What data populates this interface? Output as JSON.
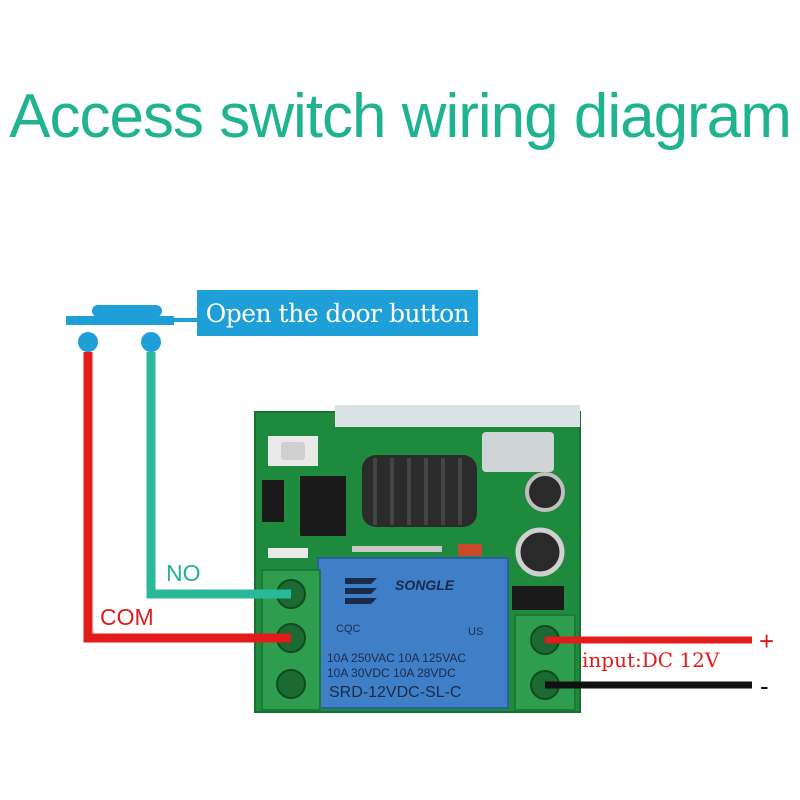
{
  "title": "Access switch wiring diagram",
  "button_label": "Open the door button",
  "wire_labels": {
    "no": "NO",
    "com": "COM"
  },
  "power": {
    "input": "input:DC 12V",
    "plus": "+",
    "minus": "-"
  },
  "relay": {
    "brand": "SONGLE",
    "rating_line1": "10A 250VAC  10A 125VAC",
    "rating_line2": "10A  30VDC  10A  28VDC",
    "model": "SRD-12VDC-SL-C",
    "cert1": "CQC",
    "cert2": "US"
  },
  "colors": {
    "title": "#1fb38f",
    "label_bg": "#1f9fd8",
    "red_wire": "#e31b1b",
    "green_wire": "#2ab89a",
    "black_wire": "#111111",
    "pcb": "#1e8a3e",
    "terminal": "#2e9e4e",
    "relay": "#3f7fc8"
  }
}
